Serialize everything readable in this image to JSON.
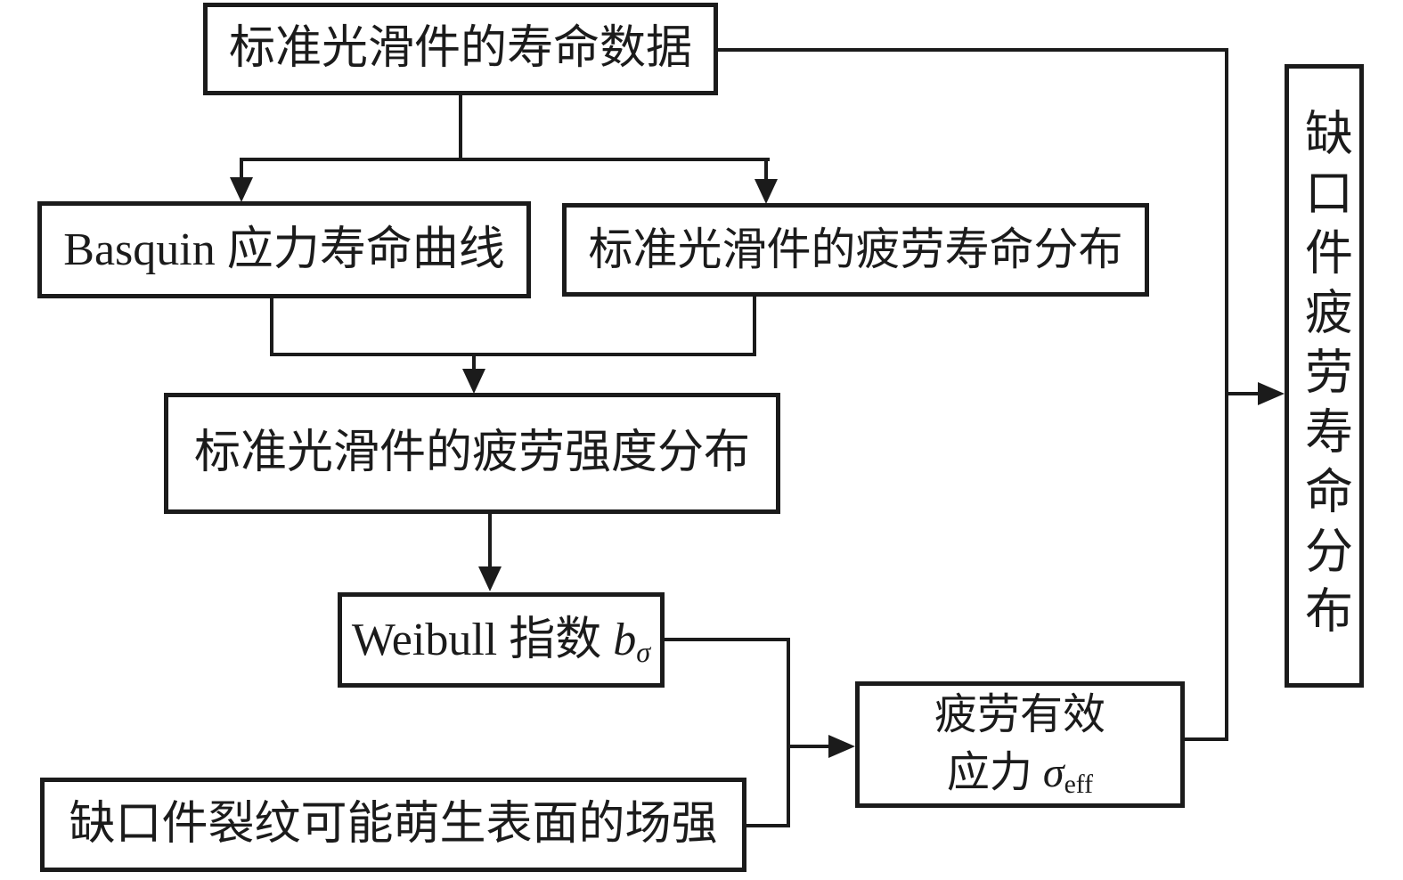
{
  "diagram": {
    "type": "flowchart",
    "boxes": {
      "life_data": {
        "label": "标准光滑件的寿命数据"
      },
      "basquin": {
        "label": "Basquin 应力寿命曲线"
      },
      "life_dist": {
        "label": "标准光滑件的疲劳寿命分布"
      },
      "strength_dist": {
        "label": "标准光滑件的疲劳强度分布"
      },
      "weibull": {
        "label_main": "Weibull 指数 ",
        "var": "b",
        "sub": "σ"
      },
      "field": {
        "label": "缺口件裂纹可能萌生表面的场强"
      },
      "sigma_eff": {
        "line1": "疲劳有效",
        "line2_main": "应力 ",
        "var": "σ",
        "sub": "eff"
      },
      "notched": {
        "label": "缺口件疲劳寿命分布"
      }
    },
    "edges": [
      {
        "from": "life_data",
        "to": "basquin",
        "arrow": true
      },
      {
        "from": "life_data",
        "to": "life_dist",
        "arrow": true
      },
      {
        "from": "basquin",
        "to": "strength_dist",
        "arrow": true
      },
      {
        "from": "life_dist",
        "to": "strength_dist",
        "arrow": true
      },
      {
        "from": "strength_dist",
        "to": "weibull",
        "arrow": true
      },
      {
        "from": "weibull",
        "to": "sigma_eff",
        "arrow": true
      },
      {
        "from": "field",
        "to": "sigma_eff",
        "arrow": true
      },
      {
        "from": "life_data",
        "to": "notched",
        "arrow": true
      },
      {
        "from": "sigma_eff",
        "to": "notched",
        "arrow": true
      }
    ],
    "colors": {
      "background": "#ffffff",
      "line": "#1b1b1b",
      "text": "#1b1b1b"
    }
  }
}
